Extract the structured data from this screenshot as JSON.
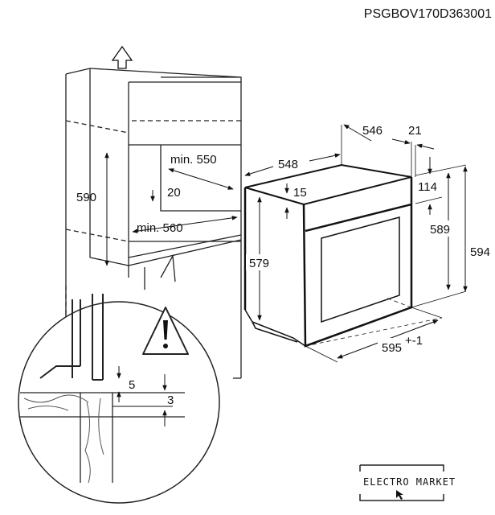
{
  "model_code": "PSGBOV170D363001",
  "cabinet": {
    "min_height": "min. 550",
    "height": "590",
    "gap": "20",
    "min_width": "min. 560"
  },
  "detail": {
    "gap_5": "5",
    "gap_3": "3",
    "warning_icon": "warning-triangle-icon"
  },
  "oven": {
    "depth_total": "548",
    "depth_body": "546",
    "front_thickness": "21",
    "top_gap": "15",
    "panel_height": "114",
    "side_height": "579",
    "body_height": "589",
    "total_height": "594",
    "width": "595",
    "width_tolerance": "+-1"
  },
  "watermark": {
    "brand": "ELECTRO MARKET"
  }
}
